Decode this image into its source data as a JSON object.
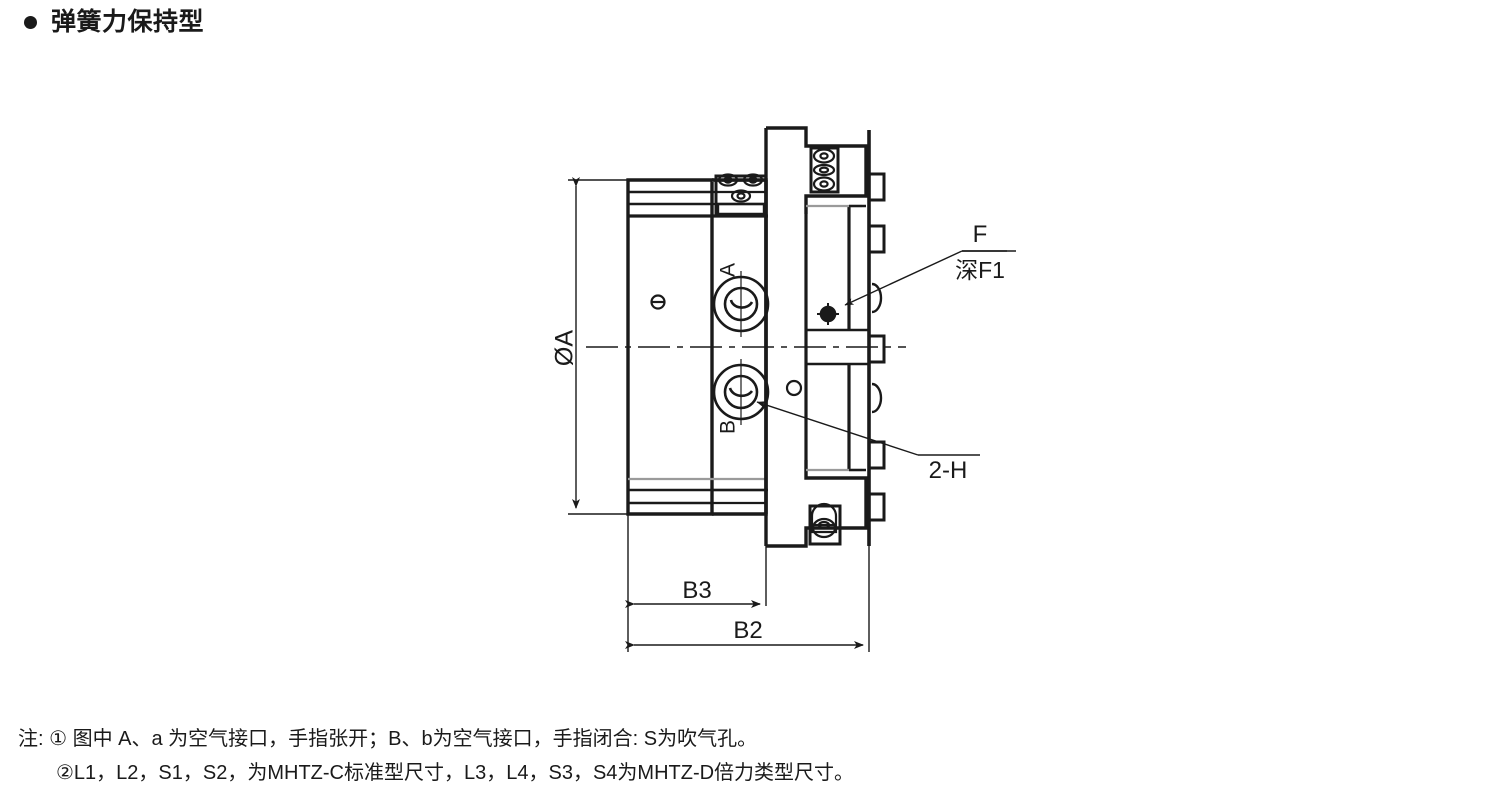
{
  "heading": {
    "bullet_icon": "bullet-dot",
    "title": "弹簧力保持型"
  },
  "drawing": {
    "title": "spring-force-retention-gripper-cross-section",
    "labels": {
      "diameter_a": "ØA",
      "port_a": "A",
      "port_b": "B",
      "tapped_hole_f": "F",
      "tapped_hole_depth": "深F1",
      "two_h": "2-H",
      "dim_b3": "B3",
      "dim_b2": "B2"
    },
    "line_color": "#1a1a1a",
    "thin_line_color": "#222222"
  },
  "notes": {
    "line1": "注: ① 图中 A、a 为空气接口，手指张开；B、b为空气接口，手指闭合: S为吹气孔。",
    "line2": "②L1，L2，S1，S2，为MHTZ-C标准型尺寸，L3，L4，S3，S4为MHTZ-D倍力类型尺寸。"
  }
}
